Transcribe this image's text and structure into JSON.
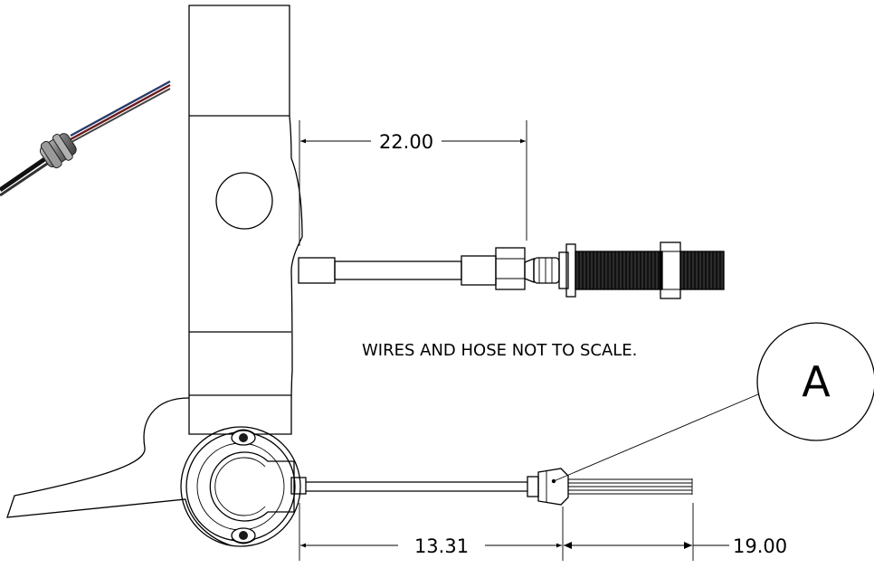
{
  "dimensions": {
    "hose_length": "22.00",
    "cable_length": "13.31",
    "wire_length": "19.00"
  },
  "note": "WIRES AND HOSE NOT TO SCALE.",
  "detail_balloon": "A"
}
